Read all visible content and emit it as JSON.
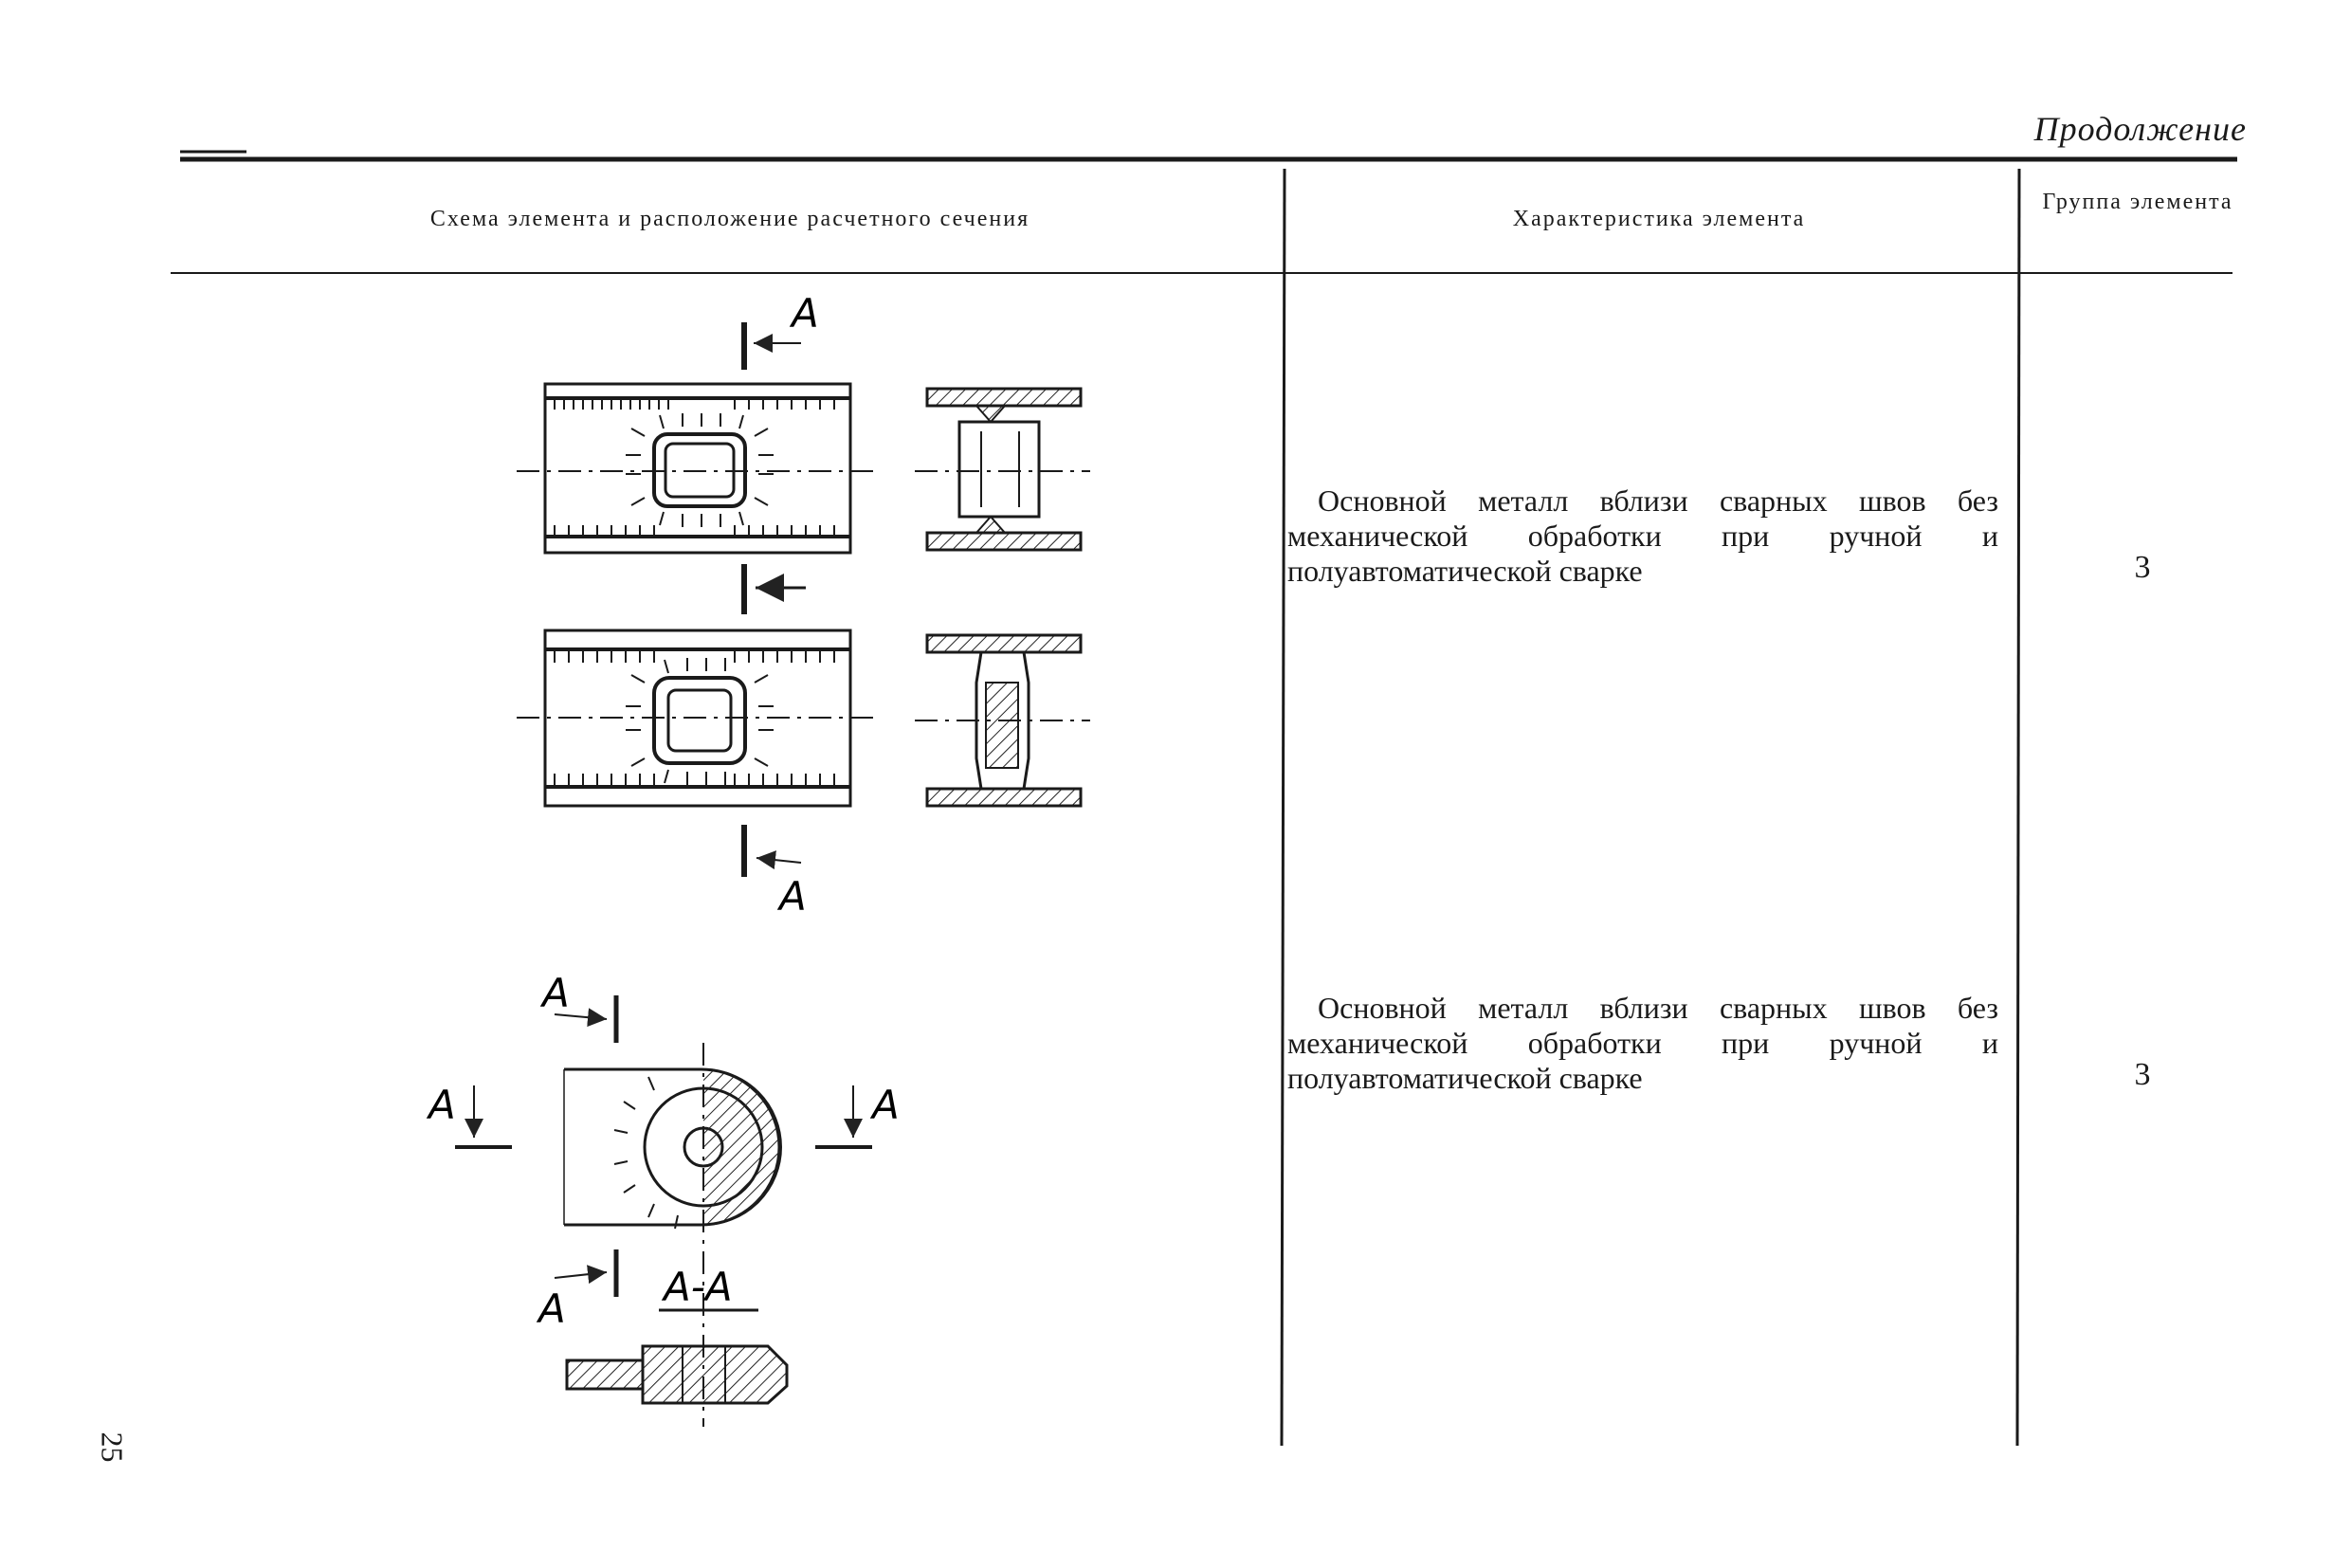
{
  "continuation": "Продолжение",
  "table": {
    "headers": [
      "Схема элемента и расположение расчетного сечения",
      "Характеристика элемента",
      "Группа элемента"
    ],
    "rows": [
      {
        "description": "Основной металл вблизи сварных швов без механической обработки при ручной и полуавтоматической сварке",
        "group": "3"
      },
      {
        "description": "Основной металл вблизи сварных швов без механической обработки при ручной и полуавтоматической сварке",
        "group": "3"
      }
    ]
  },
  "drawings": {
    "section_letter": "A",
    "section_label": "A-A"
  },
  "page_number": "25"
}
